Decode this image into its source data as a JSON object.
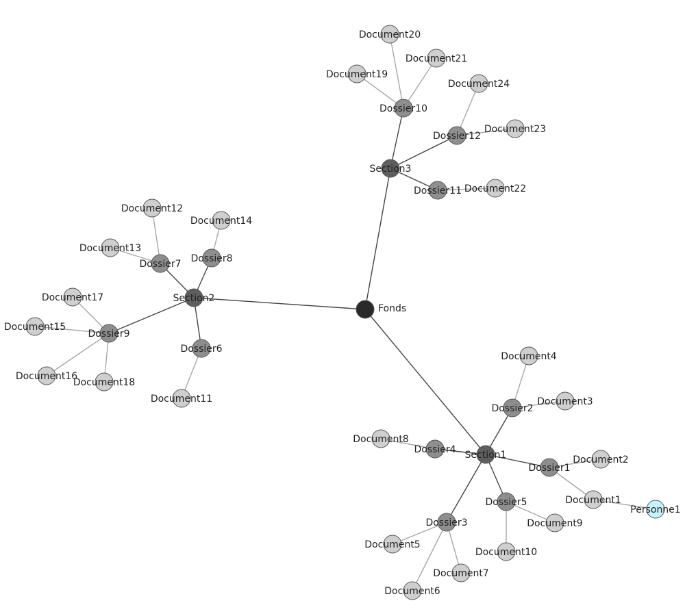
{
  "colors": {
    "background": "#ffffff",
    "label": "#222222",
    "fonds": "#2a2a2a",
    "section": "#5e5e5e",
    "dossier": "#8e8e8e",
    "document": "#cfcfcf",
    "personne": "#c6f2fb",
    "edge_strong": "#444444",
    "edge_light": "#a8a8a8"
  },
  "nodes": [
    {
      "id": "Fonds",
      "label": "Fonds",
      "kind": "fonds"
    },
    {
      "id": "Section1",
      "label": "Section1",
      "kind": "section"
    },
    {
      "id": "Section2",
      "label": "Section2",
      "kind": "section"
    },
    {
      "id": "Section3",
      "label": "Section3",
      "kind": "section"
    },
    {
      "id": "Dossier1",
      "label": "Dossier1",
      "kind": "dossier"
    },
    {
      "id": "Dossier2",
      "label": "Dossier2",
      "kind": "dossier"
    },
    {
      "id": "Dossier3",
      "label": "Dossier3",
      "kind": "dossier"
    },
    {
      "id": "Dossier4",
      "label": "Dossier4",
      "kind": "dossier"
    },
    {
      "id": "Dossier5",
      "label": "Dossier5",
      "kind": "dossier"
    },
    {
      "id": "Dossier6",
      "label": "Dossier6",
      "kind": "dossier"
    },
    {
      "id": "Dossier7",
      "label": "Dossier7",
      "kind": "dossier"
    },
    {
      "id": "Dossier8",
      "label": "Dossier8",
      "kind": "dossier"
    },
    {
      "id": "Dossier9",
      "label": "Dossier9",
      "kind": "dossier"
    },
    {
      "id": "Dossier10",
      "label": "Dossier10",
      "kind": "dossier"
    },
    {
      "id": "Dossier11",
      "label": "Dossier11",
      "kind": "dossier"
    },
    {
      "id": "Dossier12",
      "label": "Dossier12",
      "kind": "dossier"
    },
    {
      "id": "Document1",
      "label": "Document1",
      "kind": "document"
    },
    {
      "id": "Document2",
      "label": "Document2",
      "kind": "document"
    },
    {
      "id": "Document3",
      "label": "Document3",
      "kind": "document"
    },
    {
      "id": "Document4",
      "label": "Document4",
      "kind": "document"
    },
    {
      "id": "Document5",
      "label": "Document5",
      "kind": "document"
    },
    {
      "id": "Document6",
      "label": "Document6",
      "kind": "document"
    },
    {
      "id": "Document7",
      "label": "Document7",
      "kind": "document"
    },
    {
      "id": "Document8",
      "label": "Document8",
      "kind": "document"
    },
    {
      "id": "Document9",
      "label": "Document9",
      "kind": "document"
    },
    {
      "id": "Document10",
      "label": "Document10",
      "kind": "document"
    },
    {
      "id": "Document11",
      "label": "Document11",
      "kind": "document"
    },
    {
      "id": "Document12",
      "label": "Document12",
      "kind": "document"
    },
    {
      "id": "Document13",
      "label": "Document13",
      "kind": "document"
    },
    {
      "id": "Document14",
      "label": "Document14",
      "kind": "document"
    },
    {
      "id": "Document15",
      "label": "Document15",
      "kind": "document"
    },
    {
      "id": "Document16",
      "label": "Document16",
      "kind": "document"
    },
    {
      "id": "Document17",
      "label": "Document17",
      "kind": "document"
    },
    {
      "id": "Document18",
      "label": "Document18",
      "kind": "document"
    },
    {
      "id": "Document19",
      "label": "Document19",
      "kind": "document"
    },
    {
      "id": "Document20",
      "label": "Document20",
      "kind": "document"
    },
    {
      "id": "Document21",
      "label": "Document21",
      "kind": "document"
    },
    {
      "id": "Document22",
      "label": "Document22",
      "kind": "document"
    },
    {
      "id": "Document23",
      "label": "Document23",
      "kind": "document"
    },
    {
      "id": "Document24",
      "label": "Document24",
      "kind": "document"
    },
    {
      "id": "Personne1",
      "label": "Personne1",
      "kind": "personne"
    }
  ],
  "edges": [
    [
      "Fonds",
      "Section1"
    ],
    [
      "Fonds",
      "Section2"
    ],
    [
      "Fonds",
      "Section3"
    ],
    [
      "Section1",
      "Dossier1"
    ],
    [
      "Section1",
      "Dossier2"
    ],
    [
      "Section1",
      "Dossier3"
    ],
    [
      "Section1",
      "Dossier4"
    ],
    [
      "Section1",
      "Dossier5"
    ],
    [
      "Section2",
      "Dossier6"
    ],
    [
      "Section2",
      "Dossier7"
    ],
    [
      "Section2",
      "Dossier8"
    ],
    [
      "Section2",
      "Dossier9"
    ],
    [
      "Section3",
      "Dossier10"
    ],
    [
      "Section3",
      "Dossier11"
    ],
    [
      "Section3",
      "Dossier12"
    ],
    [
      "Dossier1",
      "Document1"
    ],
    [
      "Dossier1",
      "Document2"
    ],
    [
      "Dossier2",
      "Document3"
    ],
    [
      "Dossier2",
      "Document4"
    ],
    [
      "Dossier3",
      "Document5"
    ],
    [
      "Dossier3",
      "Document6"
    ],
    [
      "Dossier3",
      "Document7"
    ],
    [
      "Dossier4",
      "Document8"
    ],
    [
      "Dossier5",
      "Document9"
    ],
    [
      "Dossier5",
      "Document10"
    ],
    [
      "Dossier6",
      "Document11"
    ],
    [
      "Dossier7",
      "Document12"
    ],
    [
      "Dossier7",
      "Document13"
    ],
    [
      "Dossier8",
      "Document14"
    ],
    [
      "Dossier9",
      "Document15"
    ],
    [
      "Dossier9",
      "Document16"
    ],
    [
      "Dossier9",
      "Document17"
    ],
    [
      "Dossier9",
      "Document18"
    ],
    [
      "Dossier10",
      "Document19"
    ],
    [
      "Dossier10",
      "Document20"
    ],
    [
      "Dossier10",
      "Document21"
    ],
    [
      "Dossier11",
      "Document22"
    ],
    [
      "Dossier12",
      "Document23"
    ],
    [
      "Dossier12",
      "Document24"
    ],
    [
      "Document1",
      "Personne1"
    ]
  ]
}
